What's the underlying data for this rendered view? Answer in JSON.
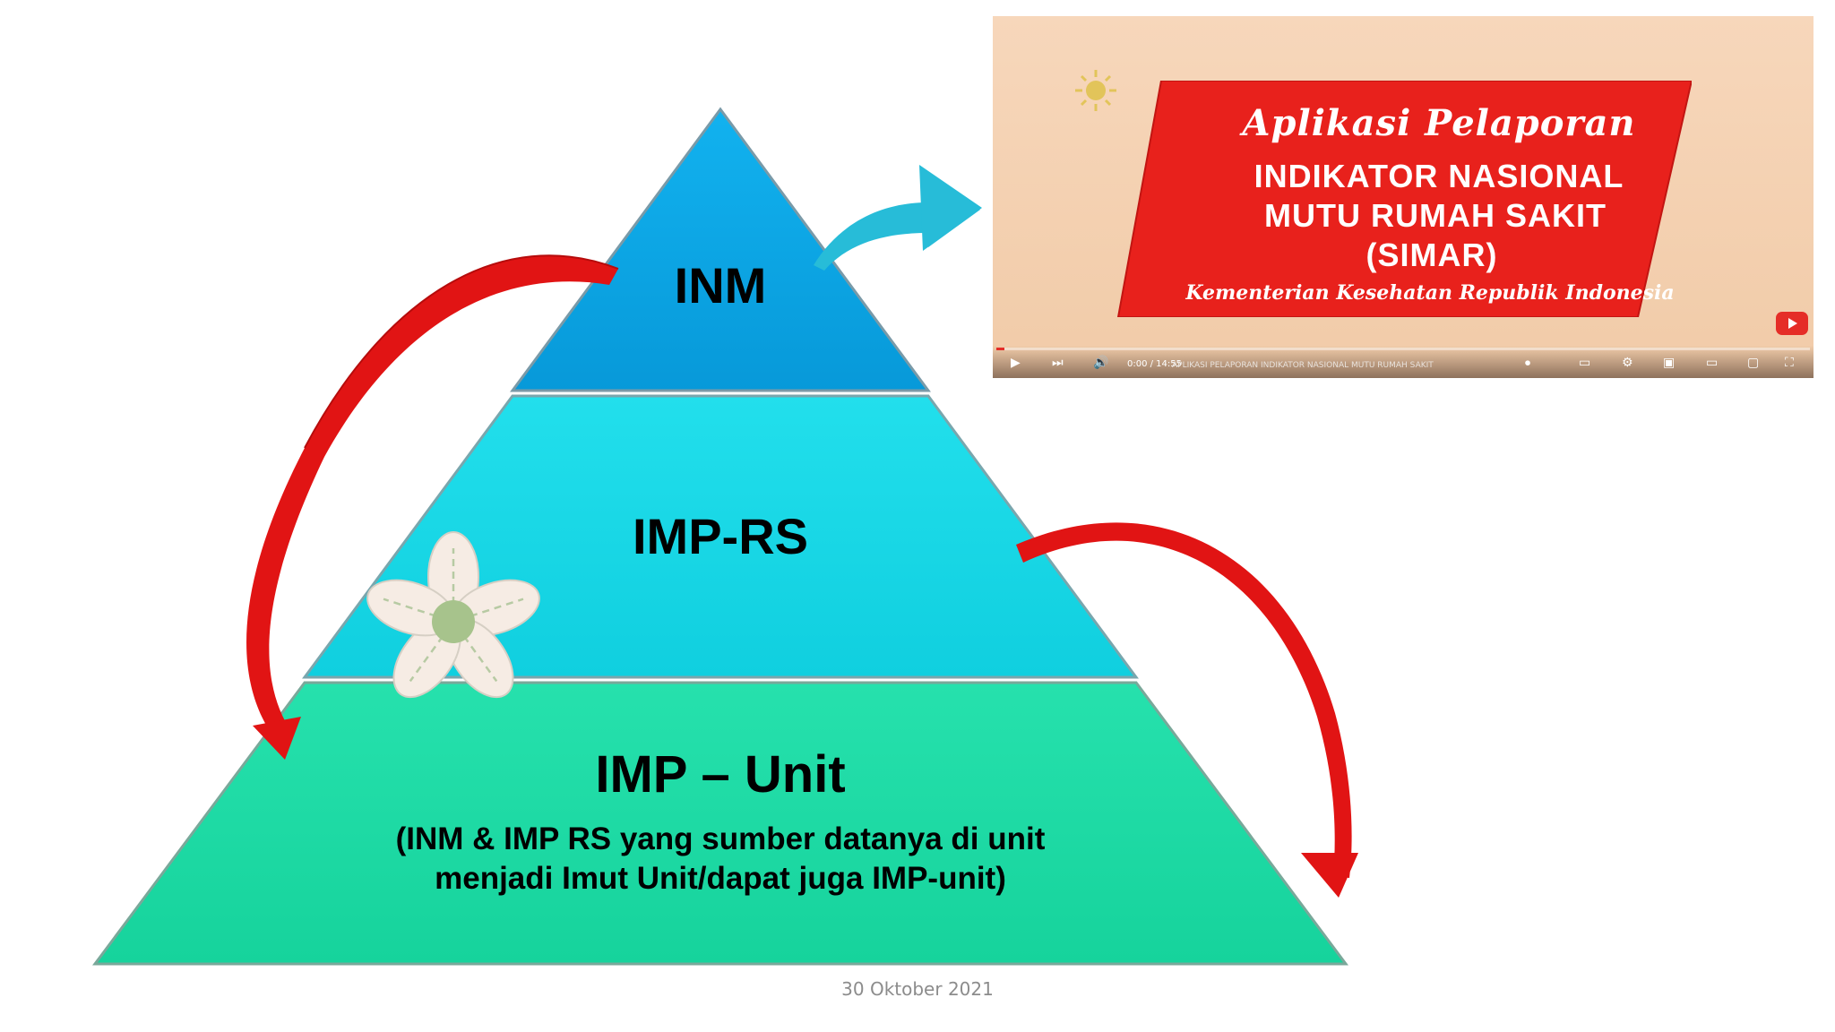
{
  "diagram": {
    "tiers": [
      {
        "label": "INM",
        "color": "#0aa6e4"
      },
      {
        "label": "IMP-RS",
        "color": "#14d6e3"
      },
      {
        "label": "IMP – Unit",
        "color": "#1ddba4",
        "note_line1": "(INM & IMP RS yang sumber datanya di unit",
        "note_line2": "menjadi Imut Unit/dapat juga IMP-unit)"
      }
    ],
    "arrow_colors": {
      "red": "#e11414",
      "cyan": "#27bcd8"
    }
  },
  "video": {
    "title_script": "Aplikasi Pelaporan",
    "title_line1": "INDIKATOR NASIONAL",
    "title_line2": "MUTU RUMAH SAKIT",
    "title_line3": "(SIMAR)",
    "subtitle": "Kementerian Kesehatan Republik Indonesia",
    "time": "0:00 / 14:55",
    "overlay_title": "APLIKASI PELAPORAN INDIKATOR NASIONAL MUTU RUMAH SAKIT",
    "progress": 0.01,
    "banner_color": "#e8211c"
  },
  "footer": {
    "date": "30 Oktober 2021"
  }
}
